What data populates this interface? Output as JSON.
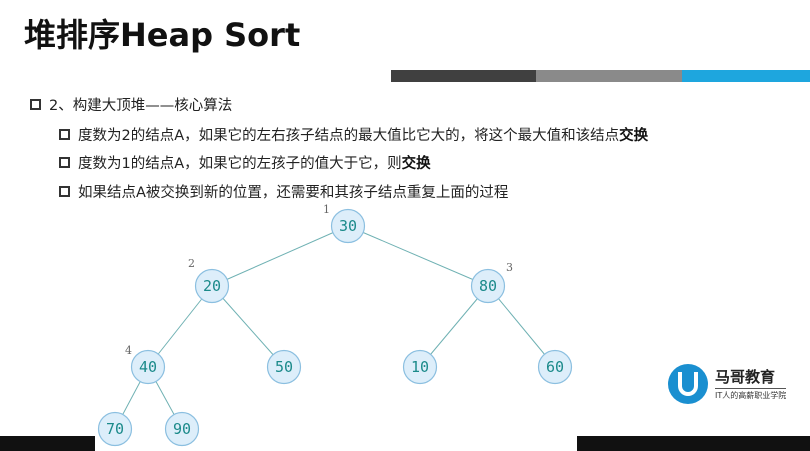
{
  "slide": {
    "title": "堆排序Heap Sort",
    "bullets": [
      {
        "text": "2、构建大顶堆——核心算法"
      },
      {
        "text_pre": "度数为2的结点A，如果它的左右孩子结点的最大值比它大的，将这个最大值和该结点",
        "text_bold": "交换"
      },
      {
        "text_pre": "度数为1的结点A，如果它的左孩子的值大于它，则",
        "text_bold": "交换"
      },
      {
        "text": "如果结点A被交换到新的位置，还需要和其孩子结点重复上面的过程"
      }
    ]
  },
  "tree": {
    "nodes": [
      "30",
      "20",
      "80",
      "40",
      "50",
      "10",
      "60",
      "70",
      "90"
    ],
    "index_labels": [
      "1",
      "2",
      "3",
      "4"
    ]
  },
  "logo": {
    "name": "马哥教育",
    "tagline": "IT人的高薪职业学院",
    "icon": "mage-logo-icon"
  },
  "colors": {
    "node_fill": "#ddeefa",
    "node_text": "#1b8a8a",
    "accent_blue": "#1ea6de"
  }
}
